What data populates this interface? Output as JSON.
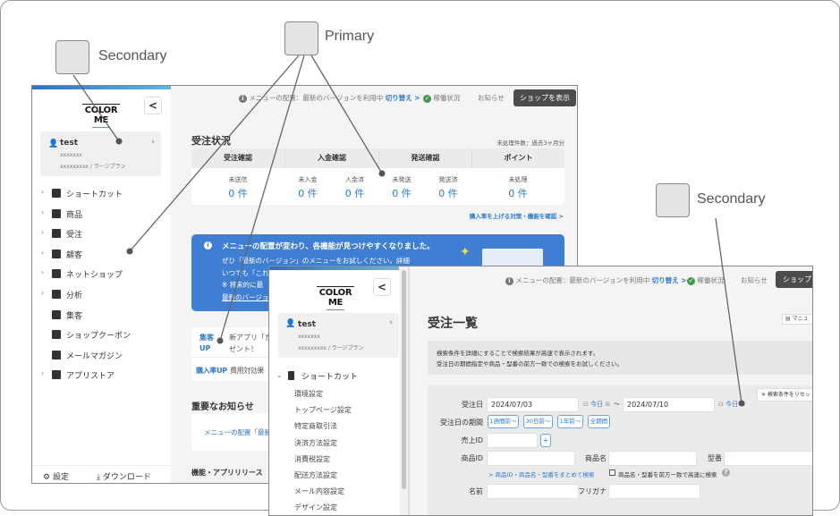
{
  "callouts": [
    {
      "label": "Secondary"
    },
    {
      "label": "Primary"
    },
    {
      "label": "Secondary"
    }
  ],
  "colors": {
    "accent": "#2b7ad0",
    "banner": "#3f7fd3",
    "dark_button": "#4c4c4c"
  },
  "screen1": {
    "sidebar": {
      "logo": "COLOR ME",
      "collapse": "<",
      "user": {
        "name": "test",
        "id": "xxxxxxx",
        "plan": "xxxxxxxxx / ラージプラン"
      },
      "items": [
        {
          "label": "ショートカット",
          "chevron": true,
          "icon": "bookmark-icon"
        },
        {
          "label": "商品",
          "chevron": true,
          "icon": "product-box-icon"
        },
        {
          "label": "受注",
          "chevron": true,
          "icon": "clipboard-icon"
        },
        {
          "label": "顧客",
          "chevron": true,
          "icon": "customer-icon"
        },
        {
          "label": "ネットショップ",
          "chevron": true,
          "icon": "store-icon"
        },
        {
          "label": "分析",
          "chevron": true,
          "icon": "bar-chart-icon"
        },
        {
          "label": "集客",
          "chevron": false,
          "icon": "megaphone-icon"
        },
        {
          "label": "ショップクーポン",
          "chevron": false,
          "icon": "coupon-icon"
        },
        {
          "label": "メールマガジン",
          "chevron": false,
          "icon": "mail-icon"
        },
        {
          "label": "アプリストア",
          "chevron": true,
          "icon": "plus-circle-icon"
        }
      ],
      "footer": {
        "settings": "設定",
        "download": "ダウンロード"
      }
    },
    "topbar": {
      "menu_status": "メニューの配置：最新のバージョンを利用中",
      "switch": "切り替え >",
      "status": "稼働状況",
      "news": "お知らせ",
      "shop_button": "ショップを表示"
    },
    "orders": {
      "title": "受注状況",
      "note": "未処理件数：過去3ヶ月分",
      "columns": [
        "受注確認",
        "入金確認",
        "発送確認",
        "ポイント"
      ],
      "cells": [
        {
          "label": "未送信",
          "value": "0 件"
        },
        {
          "label": "未入金",
          "value": "0 件"
        },
        {
          "label": "入金済",
          "value": "0 件"
        },
        {
          "label": "未発送",
          "value": "0 件"
        },
        {
          "label": "発送済",
          "value": "0 件"
        },
        {
          "label": "未処理",
          "value": "0 件"
        }
      ],
      "link": "購入率を上げる対策・機能を確認 >"
    },
    "banner": {
      "title": "メニューの配置が変わり、各機能が見つけやすくなりました。",
      "line1": "ぜひ「最新のバージョン」のメニューをお試しください。詳細",
      "line2": "いつでも「これ",
      "line3": "※ 将来的に最",
      "link": "最新のバージョ"
    },
    "promo": [
      {
        "tag1": "集客",
        "tag2": "UP",
        "text1": "新アプリ「か",
        "text2": "ゼント！"
      },
      {
        "tag1": "購入率UP",
        "text1": "費用対効果"
      }
    ],
    "notices": {
      "title": "重要なお知らせ",
      "item": "メニューの配置「最新"
    },
    "releases": {
      "title": "機能・アプリリリース"
    }
  },
  "screen2": {
    "sidebar": {
      "logo": "COLOR ME",
      "collapse": "<",
      "user": {
        "name": "test",
        "id": "xxxxxxx",
        "plan": "xxxxxxxxx / ラージプラン"
      },
      "section": "ショートカット",
      "items": [
        "環境設定",
        "トップページ設定",
        "特定商取引法",
        "決済方法設定",
        "消費税設定",
        "配送方法設定",
        "メール内容設定",
        "デザイン設定"
      ]
    },
    "topbar": {
      "menu_status": "メニューの配置：最新のバージョンを利用中",
      "switch": "切り替え >",
      "status": "稼働状況",
      "news": "お知らせ",
      "shop_button": "ショップ"
    },
    "title": "受注一覧",
    "manual": "マニュ",
    "info": [
      "検索条件を詳細にすることで検索結果が高速で表示されます。",
      "受注日の期間指定や商品・型番の前方一致での検索をお試しください。"
    ],
    "form": {
      "reset": "✕ 検索条件をリセッ",
      "order_date_label": "受注日",
      "date_from": "2024/07/03",
      "date_to": "2024/07/10",
      "today": "今日",
      "tilde": "〜",
      "period_label": "受注日の期間",
      "periods": [
        "1週間前〜",
        "30日前〜",
        "1年前〜",
        "全期間"
      ],
      "sales_id_label": "売上ID",
      "plus": "+",
      "product_id_label": "商品ID",
      "product_name_label": "商品名",
      "model_label": "型番",
      "bulk_search": "> 商品ID・商品名・型番をまとめて検索",
      "prefix_search": "商品名・型番を前方一致で高速に検索",
      "prefix_checked": false,
      "name_label": "名前",
      "kana_label": "フリガナ"
    }
  }
}
